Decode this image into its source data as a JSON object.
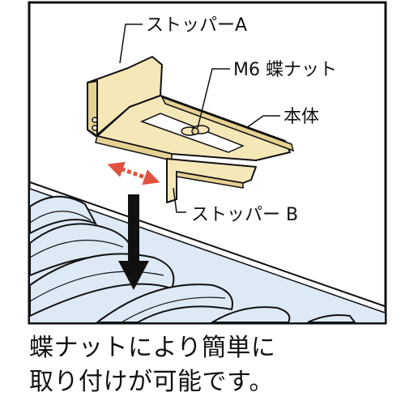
{
  "labels": {
    "stopper_a": "ストッパーA",
    "wing_nut": "M6 蝶ナット",
    "body": "本体",
    "stopper_b": "ストッパー B"
  },
  "caption": {
    "line1": "蝶ナットにより簡単に",
    "line2": "取り付けが可能です。"
  },
  "colors": {
    "part_fill": "#f4e7b8",
    "part_shade": "#e5d192",
    "conveyor_fill": "#dde9f5",
    "arrow_red": "#e05240",
    "outline": "#111111"
  },
  "icons": {
    "adjust_arrow": "double-headed-dashed-arrow",
    "down_arrow": "down-arrow"
  }
}
